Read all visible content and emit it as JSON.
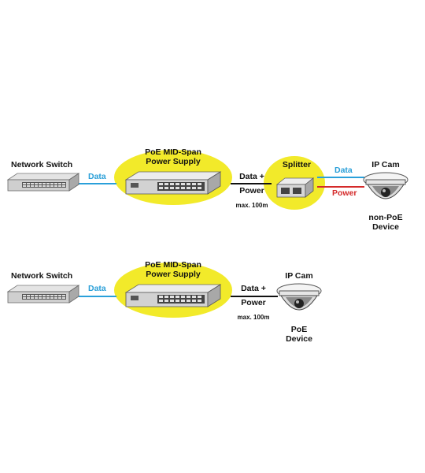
{
  "diagram1": {
    "network_switch_label": "Network Switch",
    "data_label_1": "Data",
    "midspan_label_line1": "PoE MID-Span",
    "midspan_label_line2": "Power Supply",
    "data_plus_label": "Data +",
    "power_label": "Power",
    "distance_label": "max. 100m",
    "splitter_label": "Splitter",
    "data_label_2": "Data",
    "power_label_2": "Power",
    "ipcam_label": "IP Cam",
    "device_label_line1": "non-PoE",
    "device_label_line2": "Device"
  },
  "diagram2": {
    "network_switch_label": "Network Switch",
    "data_label_1": "Data",
    "midspan_label_line1": "PoE MID-Span",
    "midspan_label_line2": "Power Supply",
    "data_plus_label": "Data +",
    "power_label": "Power",
    "distance_label": "max. 100m",
    "ipcam_label": "IP Cam",
    "device_label_line1": "PoE",
    "device_label_line2": "Device"
  },
  "colors": {
    "highlight": "#f2ea2a",
    "data_line": "#2aa0da",
    "power_line": "#d42a2a",
    "cable": "#111111"
  }
}
